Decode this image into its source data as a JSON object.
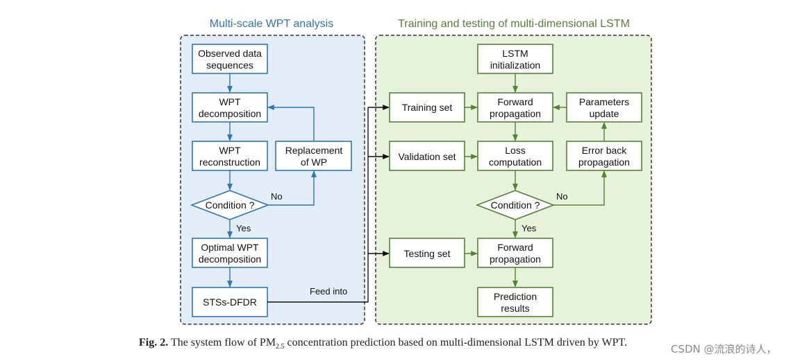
{
  "panels": {
    "left_title": "Multi-scale WPT analysis",
    "right_title": "Training and testing of multi-dimensional LSTM"
  },
  "colors": {
    "left_bg": "#e2edf7",
    "left_accent": "#2e75b6",
    "right_bg": "#e6f2da",
    "right_accent": "#538135",
    "border": "#333333"
  },
  "left": {
    "observed": [
      "Observed data",
      "sequences"
    ],
    "wpt_decomp": [
      "WPT",
      "decomposition"
    ],
    "wpt_recon": [
      "WPT",
      "reconstruction"
    ],
    "replacement": [
      "Replacement",
      "of WP"
    ],
    "condition": "Condition ?",
    "no_label": "No",
    "yes_label": "Yes",
    "optimal": [
      "Optimal WPT",
      "decomposition"
    ],
    "stss": "STSs-DFDR"
  },
  "connector": {
    "feed_label": "Feed into"
  },
  "right": {
    "lstm_init": [
      "LSTM",
      "initialization"
    ],
    "training_set": "Training set",
    "forward1": [
      "Forward",
      "propagation"
    ],
    "params_update": [
      "Parameters",
      "update"
    ],
    "validation_set": "Validation set",
    "loss": [
      "Loss",
      "computation"
    ],
    "error_back": [
      "Error back",
      "propagation"
    ],
    "condition": "Condition ?",
    "no_label": "No",
    "yes_label": "Yes",
    "testing_set": "Testing set",
    "forward2": [
      "Forward",
      "propagation"
    ],
    "prediction": [
      "Prediction",
      "results"
    ]
  },
  "caption": {
    "fig_label": "Fig. 2.",
    "text_before": "The system flow of PM",
    "subscript": "2.5",
    "text_after": " concentration prediction based on multi-dimensional LSTM driven by WPT."
  },
  "watermark": "CSDN @流浪的诗人，"
}
